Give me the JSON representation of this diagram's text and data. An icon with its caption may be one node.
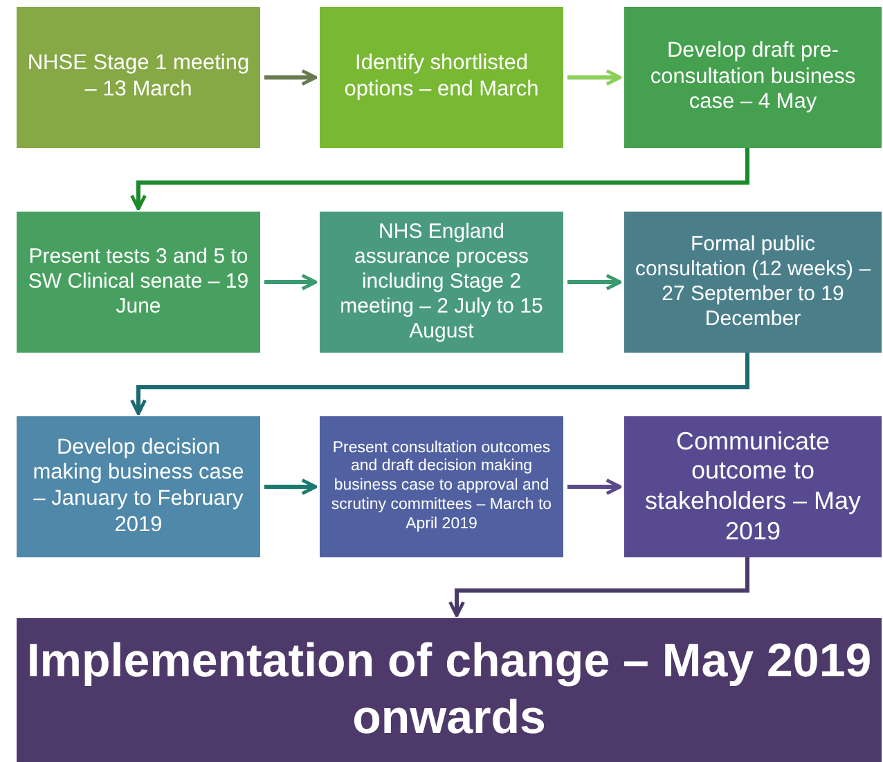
{
  "diagram": {
    "nodes": [
      {
        "text": [
          "NHSE Stage 1 meeting – 13 March"
        ]
      },
      {
        "text": [
          "Identify shortlisted options – end March"
        ]
      },
      {
        "text": [
          "Develop draft pre-consultation business case – 4 May"
        ]
      },
      {
        "text": [
          "Present tests 3 and 5 to SW Clinical senate – 19 June"
        ]
      },
      {
        "text": [
          "NHS England assurance process including Stage 2 meeting – 2 July to 15 August"
        ]
      },
      {
        "text": [
          "Formal public consultation (12 weeks) – 27 September to 19 December"
        ]
      },
      {
        "text": [
          "Develop decision making business case – January to February 2019"
        ]
      },
      {
        "text": [
          "Present consultation outcomes and draft decision making business case to approval and scrutiny committees –  March to April 2019"
        ]
      },
      {
        "text": [
          "Communicate outcome to stakeholders – May 2019"
        ]
      },
      {
        "text": [
          "Implementation of change – May 2019 onwards"
        ]
      }
    ],
    "edges": [
      {
        "from": 0,
        "to": 1,
        "arrow": "to",
        "color": "#6a7a50"
      },
      {
        "from": 1,
        "to": 2,
        "arrow": "to",
        "color": "#8ccf5a"
      },
      {
        "from": 2,
        "to": 3,
        "arrow": "to",
        "color": "#1a8a2a"
      },
      {
        "from": 3,
        "to": 4,
        "arrow": "to",
        "color": "#3a9a70"
      },
      {
        "from": 4,
        "to": 5,
        "arrow": "to",
        "color": "#3a9a70"
      },
      {
        "from": 5,
        "to": 6,
        "arrow": "to",
        "color": "#1a6a70"
      },
      {
        "from": 6,
        "to": 7,
        "arrow": "to",
        "color": "#1a7a70"
      },
      {
        "from": 7,
        "to": 8,
        "arrow": "to",
        "color": "#5a4a8a"
      },
      {
        "from": 8,
        "to": 9,
        "arrow": "to",
        "color": "#4a3a6a"
      }
    ]
  }
}
